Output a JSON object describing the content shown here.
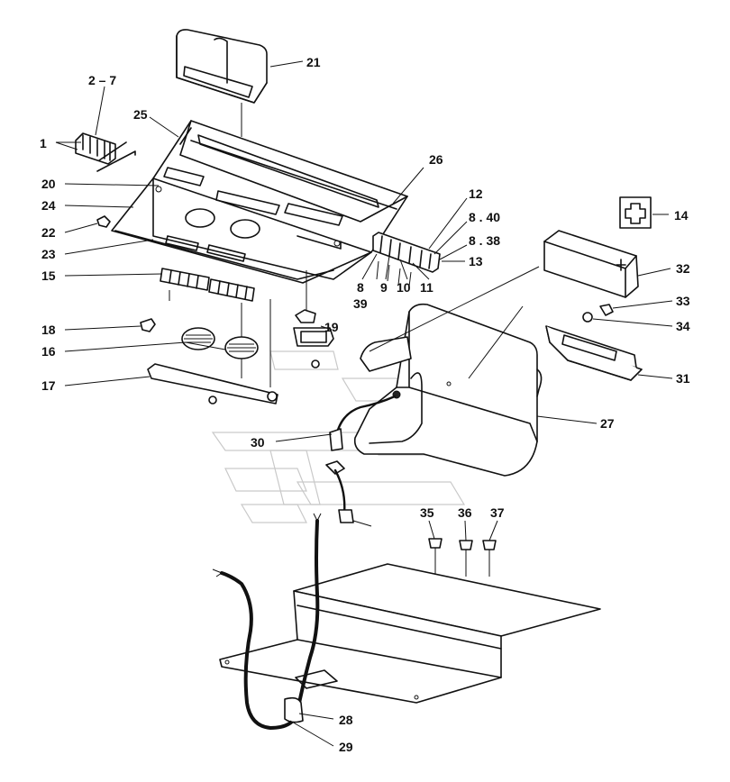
{
  "callouts": {
    "c1": "1",
    "c2_7": "2 – 7",
    "c8": "8",
    "c8_38": "8 . 38",
    "c8_40": "8 . 40",
    "c9": "9",
    "c10": "10",
    "c11": "11",
    "c12": "12",
    "c13": "13",
    "c14": "14",
    "c15": "15",
    "c16": "16",
    "c17": "17",
    "c18": "18",
    "c19": "19",
    "c20": "20",
    "c21": "21",
    "c22": "22",
    "c23": "23",
    "c24": "24",
    "c25": "25",
    "c26": "26",
    "c27": "27",
    "c28": "28",
    "c29": "29",
    "c30": "30",
    "c31": "31",
    "c32": "32",
    "c33": "33",
    "c34": "34",
    "c35": "35",
    "c36": "36",
    "c37": "37",
    "c39": "39"
  }
}
